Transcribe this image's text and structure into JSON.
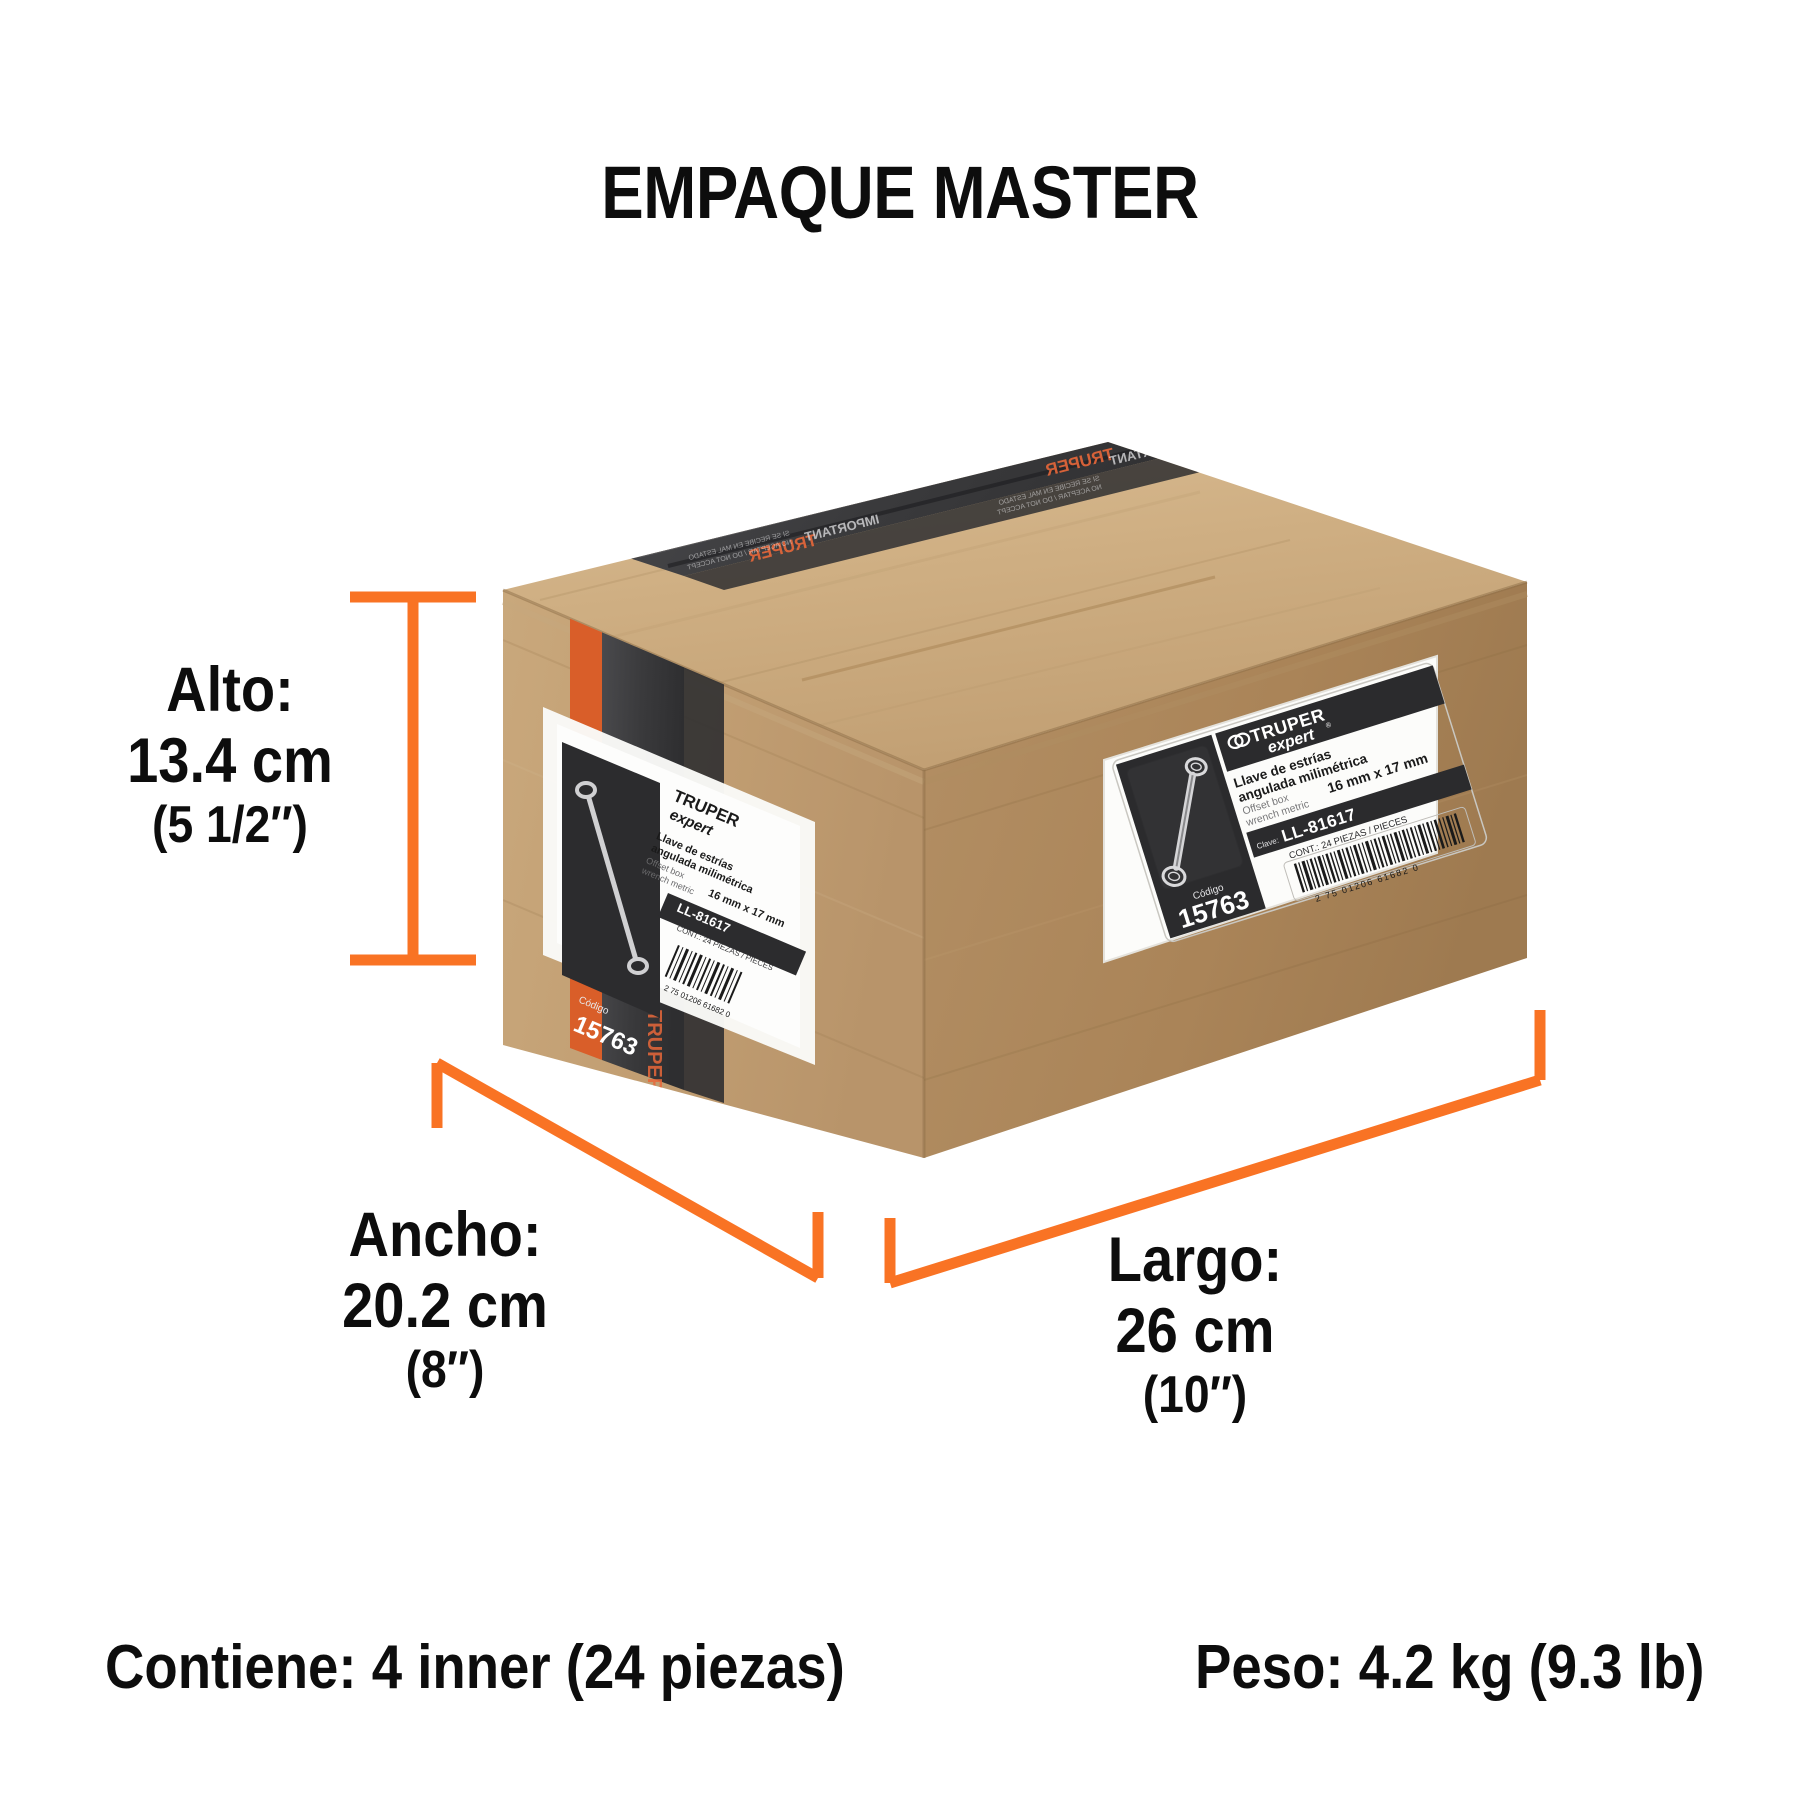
{
  "header": {
    "title": "EMPAQUE MASTER"
  },
  "dimensions": {
    "height": {
      "name": "Alto:",
      "metric": "13.4 cm",
      "imperial": "(5 1/2″)"
    },
    "width": {
      "name": "Ancho:",
      "metric": "20.2 cm",
      "imperial": "(8″)"
    },
    "length": {
      "name": "Largo:",
      "metric": "26 cm",
      "imperial": "(10″)"
    }
  },
  "footer": {
    "contains": "Contiene: 4 inner (24 piezas)",
    "weight": "Peso: 4.2 kg (9.3 lb)"
  },
  "product_label": {
    "brand": "TRUPER",
    "sub_brand": "expert",
    "name_es_line1": "Llave de estrías",
    "name_es_line2": "angulada milimétrica",
    "name_en_line1": "Offset box",
    "name_en_line2": "wrench metric",
    "size": "16 mm x 17 mm",
    "clave_label": "Clave:",
    "clave": "LL-81617",
    "contents": "CONT.: 24 PIEZAS / PIECES",
    "codigo_label": "Código",
    "codigo": "15763",
    "barcode_digits": "2  75 01206 61682  0"
  },
  "tape": {
    "brand": "TRUPER",
    "warning": "IMPORTANT"
  },
  "colors": {
    "accent_orange": "#F97324",
    "cardboard_light": "#D6B58A",
    "cardboard_mid": "#C5A173",
    "cardboard_dark": "#A98555",
    "tape_dark": "#3A3A3C",
    "tape_orange": "#E2622C",
    "label_white": "#FFFFFF",
    "label_black": "#2A2A2A",
    "text": "#0D0D0D"
  }
}
